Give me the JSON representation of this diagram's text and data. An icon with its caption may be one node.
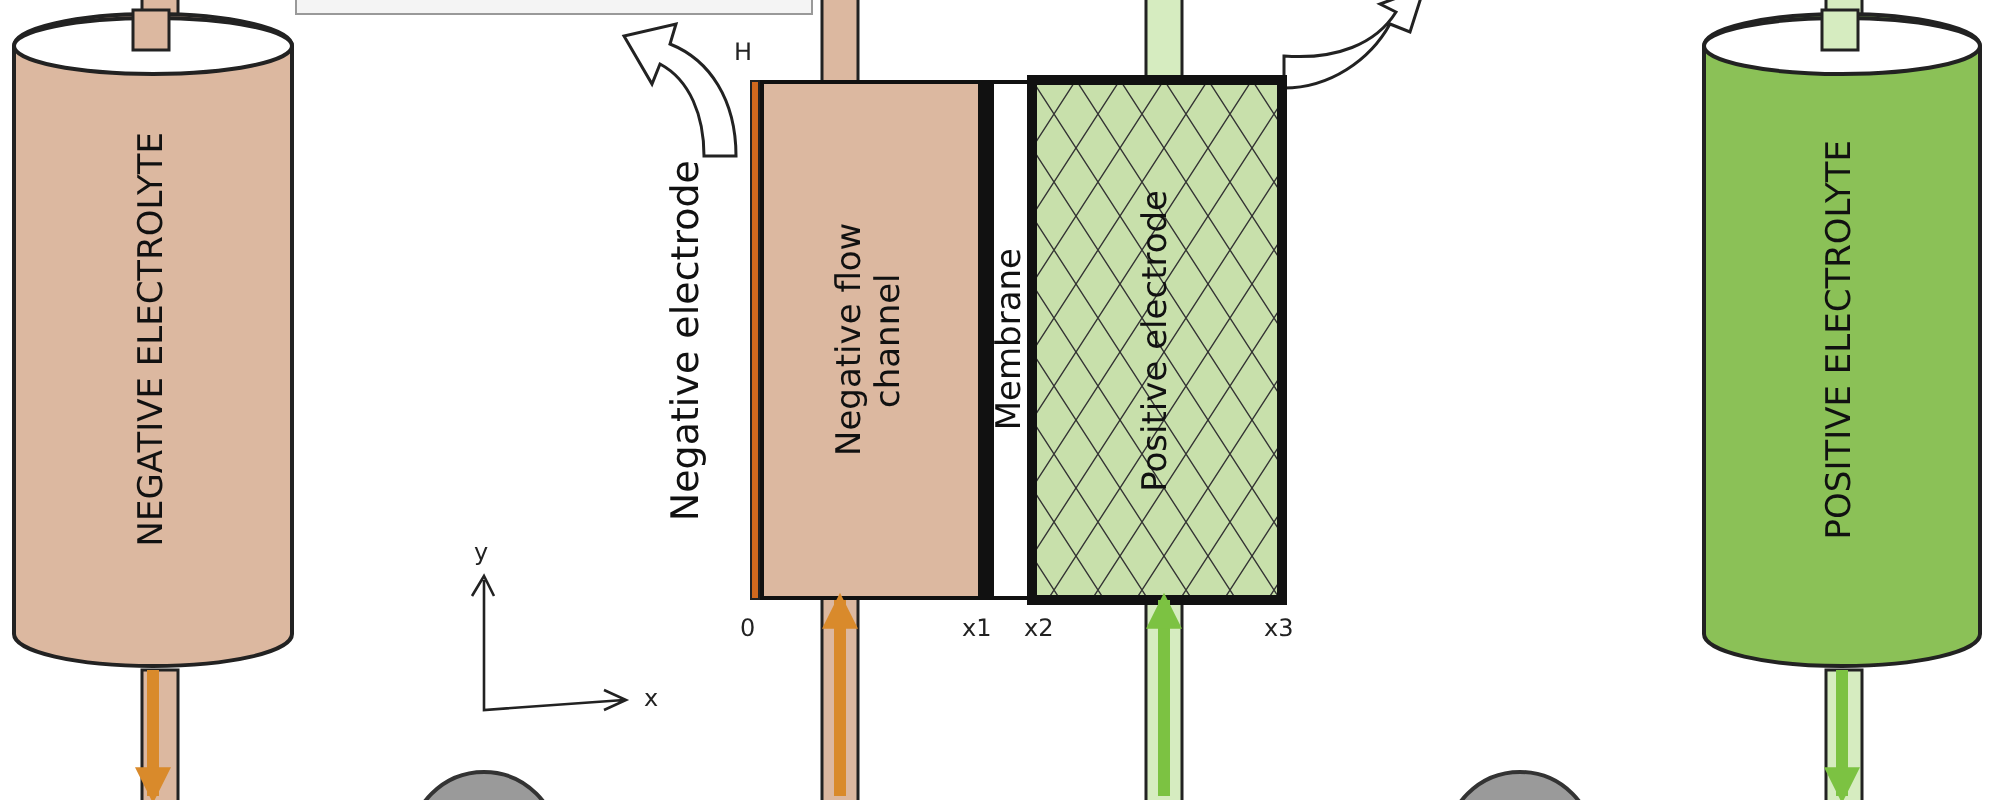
{
  "diagram": {
    "nodes": [
      {
        "text": [
          "NEGATIVE ELECTROLYTE"
        ]
      },
      {
        "text": [
          "Negative electrode"
        ]
      },
      {
        "text": [
          "Negative flow channel"
        ]
      },
      {
        "text": [
          "Membrane"
        ]
      },
      {
        "text": [
          "Positive electrode"
        ]
      },
      {
        "text": [
          "POSITIVE ELECTROLYTE"
        ]
      },
      {
        "text": [],
        "shape": "circle"
      },
      {
        "text": [],
        "shape": "circle"
      }
    ],
    "edges": [
      {
        "from": 0,
        "to": null,
        "arrow": "to",
        "color": "#d98a2b"
      },
      {
        "from": null,
        "to": 2,
        "arrow": "to",
        "color": "#d98a2b"
      },
      {
        "from": null,
        "to": 4,
        "arrow": "to",
        "color": "#7cc242"
      },
      {
        "from": 5,
        "to": null,
        "arrow": "to",
        "color": "#7cc242"
      }
    ],
    "labels": [
      "H",
      "y",
      "0",
      "x1",
      "x2",
      "x3",
      "x"
    ]
  }
}
